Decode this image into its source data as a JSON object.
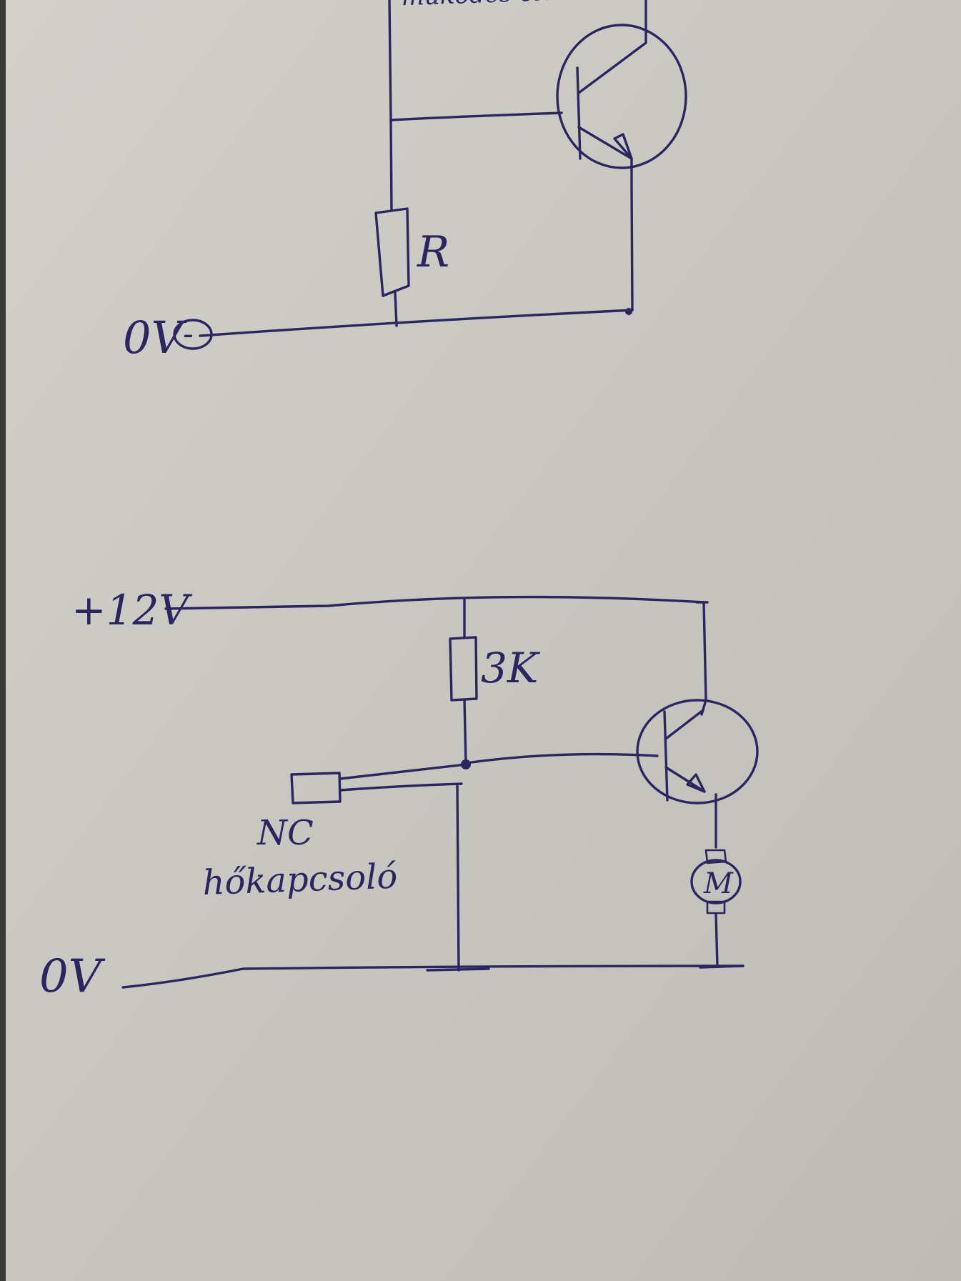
{
  "top_circuit": {
    "heading_partial": "működés elve",
    "resistor_label": "R",
    "ground_label": "0V",
    "ground_sign": "-"
  },
  "bottom_circuit": {
    "supply_label": "+12V",
    "resistor_label": "3K",
    "switch_label_line1": "NC",
    "switch_label_line2": "hőkapcsoló",
    "ground_label": "0V",
    "motor_label": "M"
  }
}
